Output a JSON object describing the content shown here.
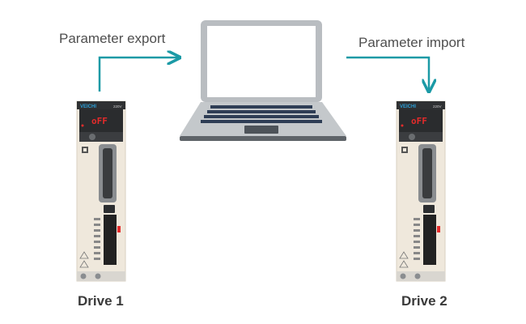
{
  "flow": {
    "export_label": "Parameter export",
    "import_label": "Parameter import"
  },
  "drives": [
    {
      "name": "Drive 1",
      "brand": "VEICHI",
      "voltage": "220V",
      "display": "oFF"
    },
    {
      "name": "Drive 2",
      "brand": "VEICHI",
      "voltage": "220V",
      "display": "oFF"
    }
  ],
  "colors": {
    "arrow": "#1b9aa6",
    "laptop_body": "#b9bdc1",
    "laptop_dark": "#5e6368",
    "screen": "#ffffff",
    "keyboard": "#2e3d55",
    "drive_body": "#efe8dc",
    "drive_top": "#2f3133",
    "led": "#e52b2b",
    "brand": "#2ca0d8"
  }
}
